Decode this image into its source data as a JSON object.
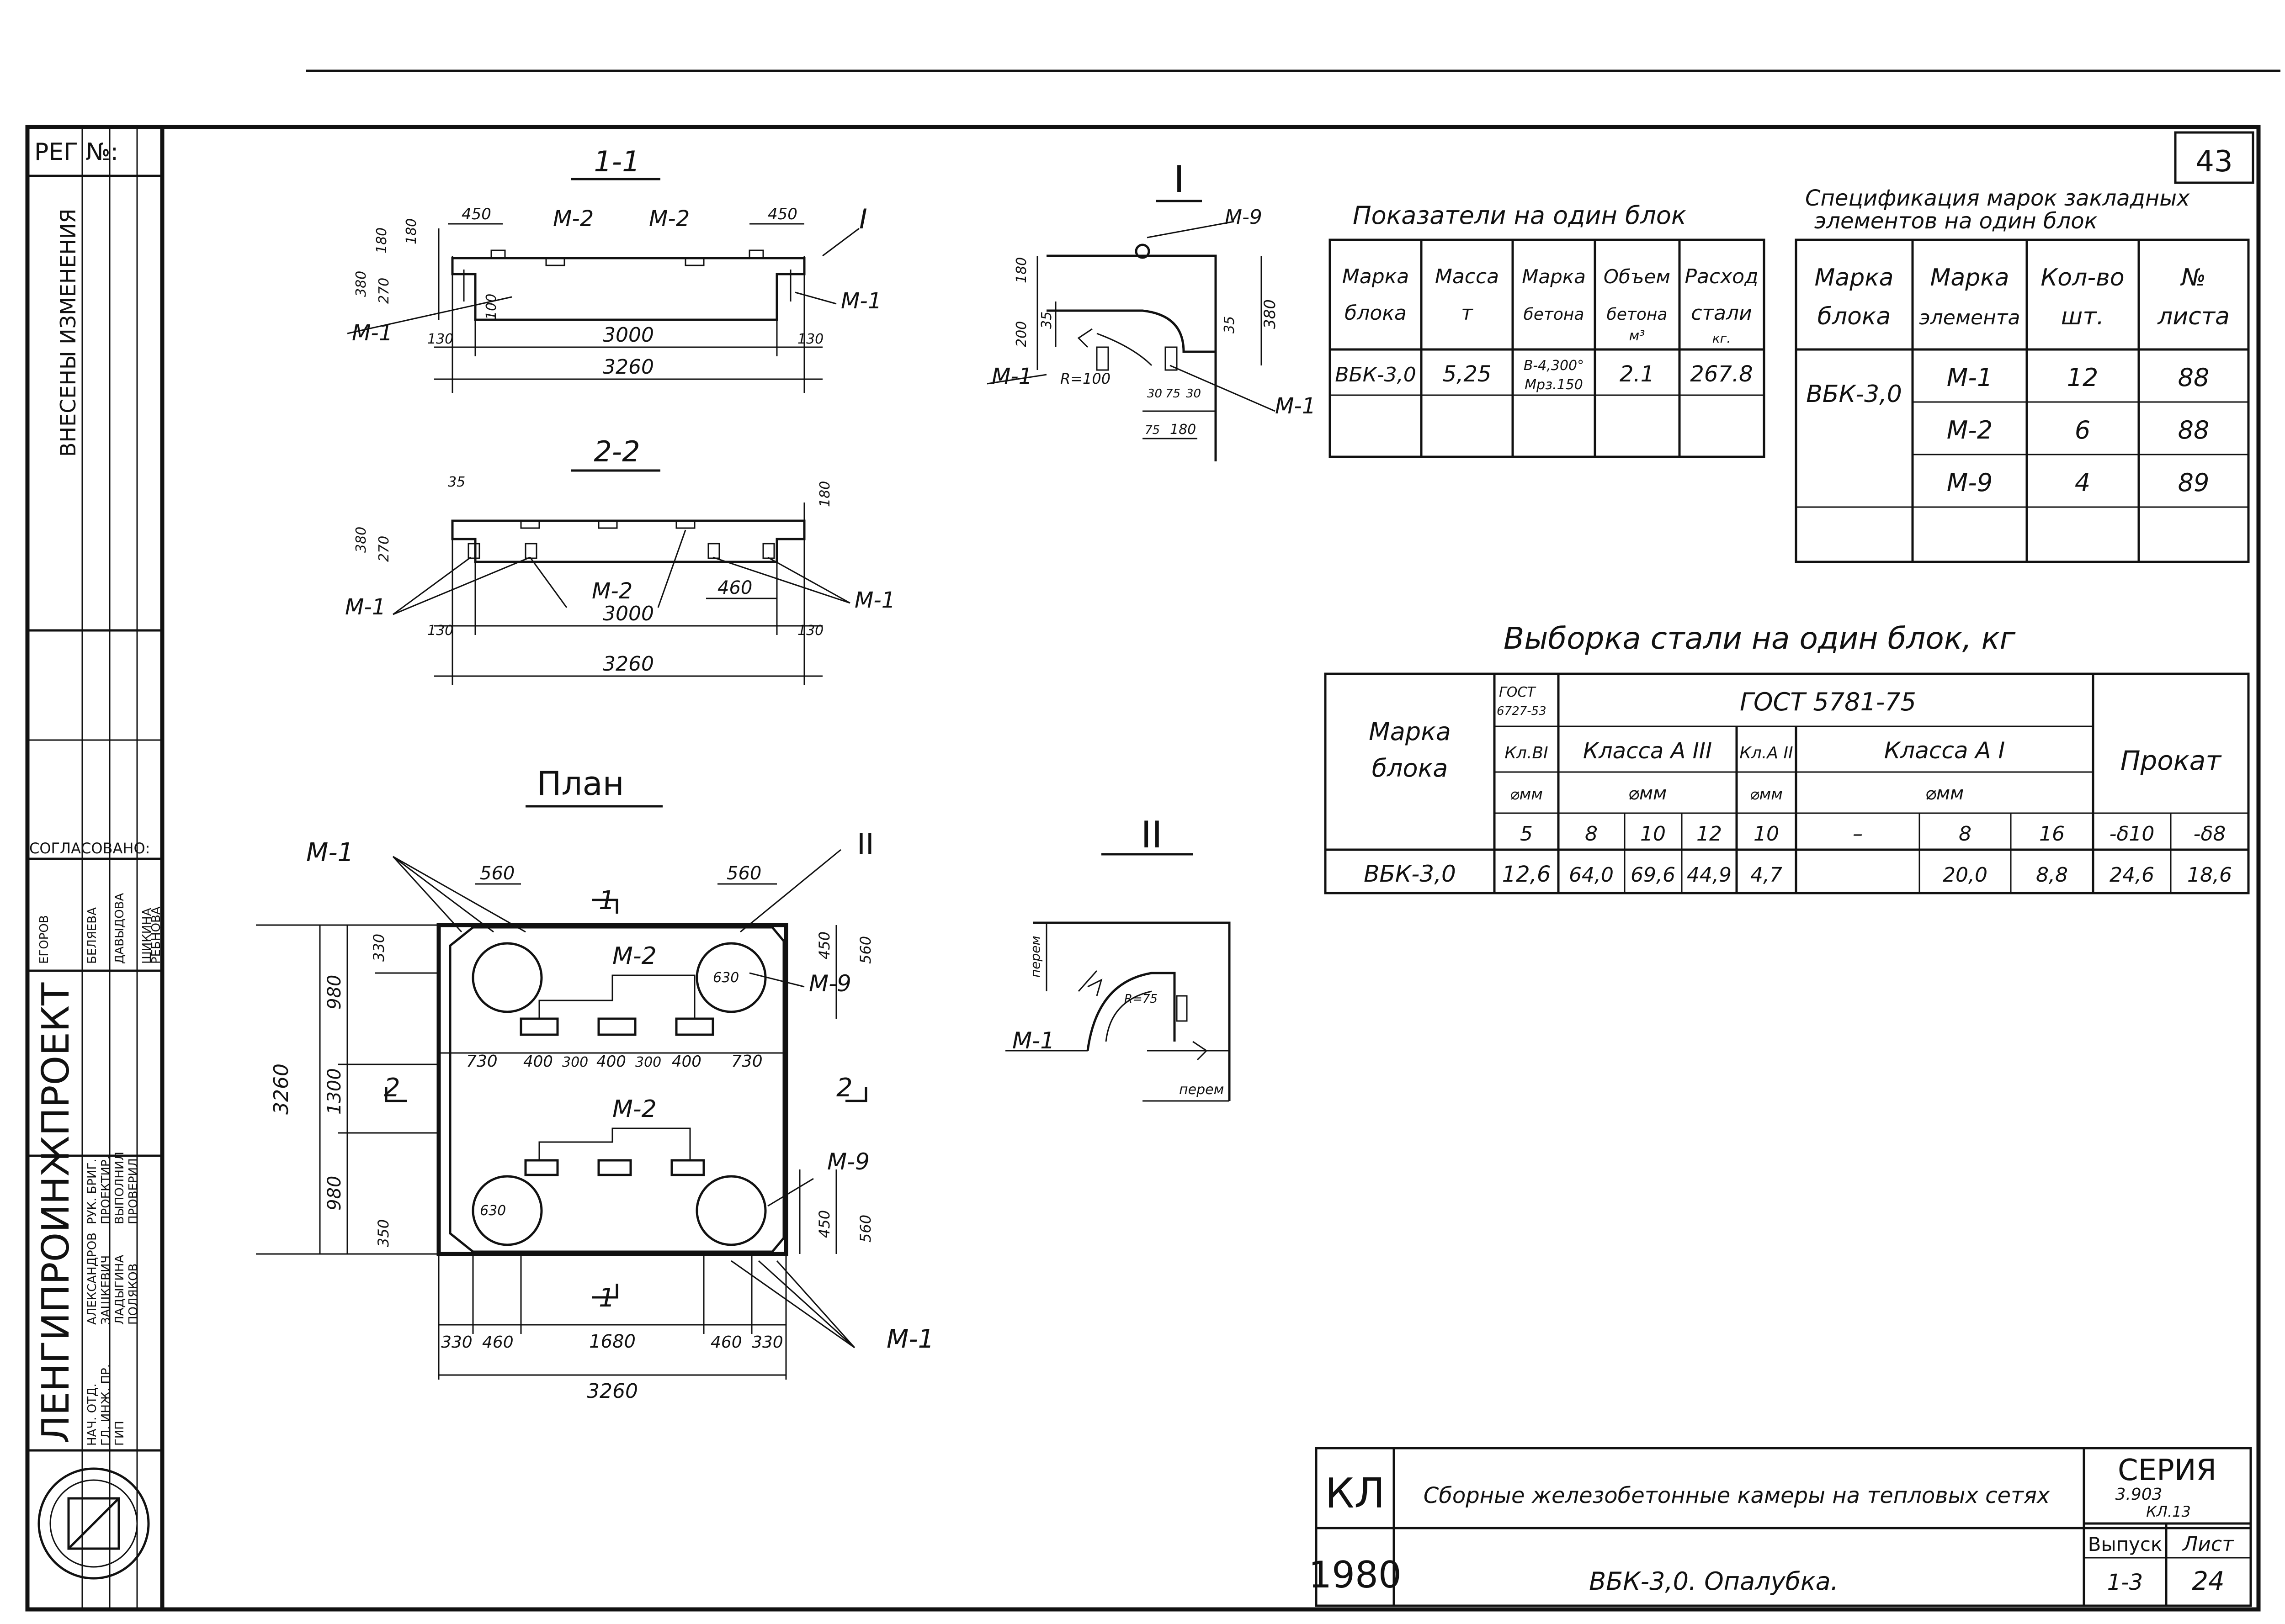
{
  "sheet": {
    "number": "43",
    "reg_label": "РЕГ №:",
    "changes_label": "ВНЕСЕНЫ ИЗМЕНЕНИЯ",
    "agreed_label": "СОГЛАСОВАНО:",
    "institute": "ЛЕНГИПРОИНЖПРОЕКТ",
    "stamp_names": [
      "ЕГОРОВ",
      "БЕЛЯЕВА",
      "ДАВЫДОВА",
      "ШИКИНА",
      "РЕБНОВА"
    ],
    "sign_roles": [
      "НАЧ. ОТД.",
      "ГЛ. ИНЖ. ПР.",
      "ГИП",
      "РУК. БРИГ.",
      "ПРОЕКТИР.",
      "ВЫПОЛНИЛ",
      "ПРОВЕРИЛ"
    ],
    "sign_names": [
      "АЛЕКСАНДРОВ",
      "ЗАШКЕВИЧ",
      "ЛАДЫГИНА",
      "ПОЛЯКОВ"
    ]
  },
  "views": {
    "s11": {
      "title": "1-1",
      "labels": [
        "М-2",
        "М-2",
        "I",
        "М-1",
        "М-1"
      ],
      "dims": [
        "450",
        "450",
        "180",
        "180",
        "380",
        "270",
        "100",
        "130",
        "130",
        "3000",
        "3260"
      ]
    },
    "s22": {
      "title": "2-2",
      "labels": [
        "М-2",
        "М-1",
        "М-1"
      ],
      "dims": [
        "35",
        "180",
        "380",
        "270",
        "460",
        "130",
        "130",
        "3000",
        "3260"
      ]
    },
    "d1": {
      "title": "I",
      "labels": [
        "М-9",
        "М-1",
        "М-1"
      ],
      "dims": [
        "180",
        "200",
        "35",
        "380",
        "35",
        "R=100",
        "30",
        "75",
        "30",
        "75",
        "180"
      ]
    },
    "d2": {
      "title": "II",
      "labels": [
        "М-1",
        "перем",
        "перем",
        "R=75"
      ]
    },
    "plan": {
      "title": "План",
      "labels": [
        "М-1",
        "II",
        "М-2",
        "М-9",
        "М-2",
        "М-9",
        "М-1",
        "1",
        "1",
        "2",
        "2"
      ],
      "dims_top": [
        "560",
        "560"
      ],
      "dims_left": [
        "330",
        "980",
        "1300",
        "980",
        "350",
        "3260"
      ],
      "dims_right": [
        "450",
        "560",
        "450",
        "560"
      ],
      "dims_mid": [
        "730",
        "400",
        "300",
        "400",
        "300",
        "400",
        "730"
      ],
      "circles": [
        "630",
        "630"
      ],
      "dims_bottom": [
        "330",
        "460",
        "1680",
        "460",
        "330"
      ],
      "dims_total": "3260"
    }
  },
  "indicators": {
    "title": "Показатели на один блок",
    "headers": [
      [
        "Марка",
        "блока"
      ],
      [
        "Масса",
        "т"
      ],
      [
        "Марка",
        "бетона"
      ],
      [
        "Объем",
        "бетона",
        "м³"
      ],
      [
        "Расход",
        "стали",
        "кг."
      ]
    ],
    "row": [
      "ВБК-3,0",
      "5,25",
      "В-4,300°",
      "Мрз.150",
      "2.1",
      "267.8"
    ]
  },
  "spec": {
    "title": [
      "Спецификация марок закладных",
      "элементов на один блок"
    ],
    "headers": [
      [
        "Марка",
        "блока"
      ],
      [
        "Марка",
        "элемента"
      ],
      [
        "Кол-во",
        "шт."
      ],
      [
        "№",
        "листа"
      ]
    ],
    "block": "ВБК-3,0",
    "rows": [
      [
        "М-1",
        "12",
        "88"
      ],
      [
        "М-2",
        "6",
        "88"
      ],
      [
        "М-9",
        "4",
        "89"
      ]
    ]
  },
  "steel": {
    "title": "Выборка стали на один блок, кг",
    "col_block": [
      "Марка",
      "блока"
    ],
    "gost_small": [
      "ГОСТ",
      "6727-53"
    ],
    "gost_main": "ГОСТ 5781-75",
    "cls": [
      "Кл.ВI",
      "Класса А III",
      "Кл.А II",
      "Класса А I"
    ],
    "dia": [
      "⌀мм",
      "⌀мм",
      "⌀мм",
      "⌀мм"
    ],
    "prokat": "Прокат",
    "sizes": [
      "5",
      "8",
      "10",
      "12",
      "10",
      "–",
      "8",
      "16",
      "-δ10",
      "-δ8"
    ],
    "row": [
      "ВБК-3,0",
      "12,6",
      "64,0",
      "69,6",
      "44,9",
      "4,7",
      "",
      "20,0",
      "8,8",
      "24,6",
      "18,6"
    ]
  },
  "titleblock": {
    "org": "КЛ",
    "year": "1980",
    "project": "Сборные железобетонные камеры на тепловых сетях",
    "series_label": "СЕРИЯ",
    "series_num": "3.903",
    "series_sub": "КЛ.13",
    "drawing": "ВБК-3,0.  Опалубка.",
    "issue_label": "Выпуск",
    "issue": "1-3",
    "sheet_label": "Лист",
    "sheet": "24"
  }
}
